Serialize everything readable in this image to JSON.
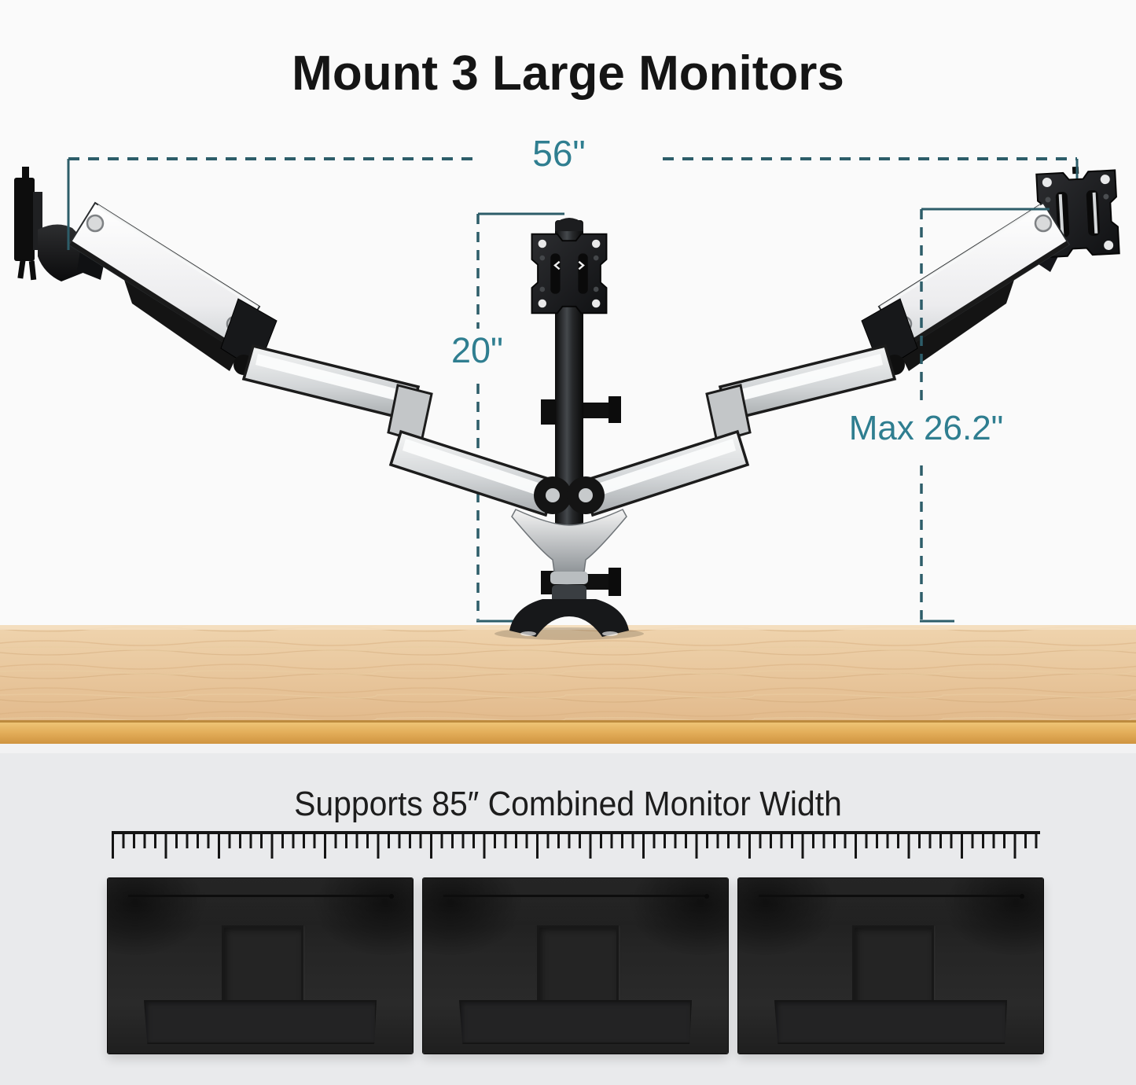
{
  "header": {
    "title": "Mount 3 Large Monitors"
  },
  "annotations": {
    "monitor_span": "56\"",
    "pole_height": "20\"",
    "max_extension": "Max 26.2\"",
    "label_color": "#2f7e90",
    "line_color": "#2d5d69"
  },
  "footer": {
    "caption": "Supports 85″ Combined Monitor Width",
    "monitor_count": 3
  },
  "scene": {
    "desk_top_color": "#e9c99f",
    "desk_edge_color": "#e2a95c",
    "background_top": "#fafafa",
    "background_bottom": "#e9eaec",
    "monitor_color": "#222222",
    "arm_silver": "#d9dcde",
    "hardware_black": "#161616"
  }
}
